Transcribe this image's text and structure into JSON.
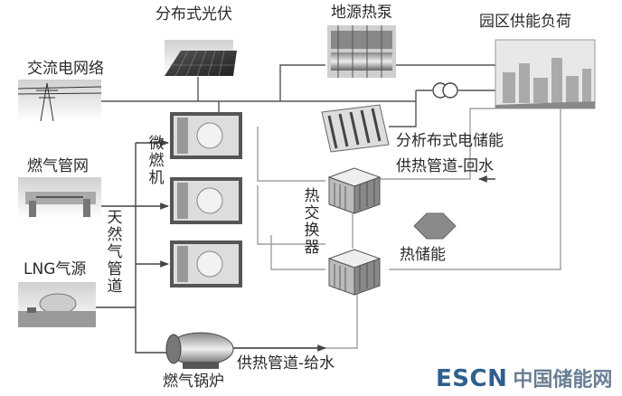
{
  "labels": {
    "pv": "分布式光伏",
    "heat_pump": "地源热泵",
    "park_load": "园区供能负荷",
    "grid": "交流电网络",
    "gas_network": "燃气管网",
    "micro_turbine": "微燃机",
    "storage": "分析布式电储能",
    "return_pipe": "供热管道-回水",
    "heat_exchanger": "热交换器",
    "natural_gas_pipe": "天然气管道",
    "lng": "LNG气源",
    "thermal_storage": "热储能",
    "boiler": "燃气锅炉",
    "supply_pipe": "供热管道-给水"
  },
  "watermark": {
    "brand": "ESCN",
    "site": "中国储能网"
  },
  "colors": {
    "line": "#555555",
    "pipe": "#999999",
    "arrow": "#444444",
    "text": "#2a2a2a"
  }
}
